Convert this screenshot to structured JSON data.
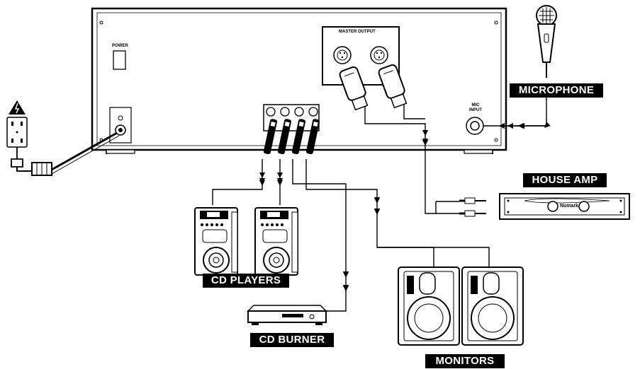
{
  "mixer": {
    "power_label": "POWER",
    "master_output_label": "MASTER OUTPUT",
    "mic_input_label": "MIC INPUT"
  },
  "devices": {
    "microphone": "MICROPHONE",
    "house_amp": "HOUSE AMP",
    "house_amp_brand": "Numark",
    "cd_players": "CD PLAYERS",
    "cd_burner": "CD BURNER",
    "monitors": "MONITORS"
  }
}
